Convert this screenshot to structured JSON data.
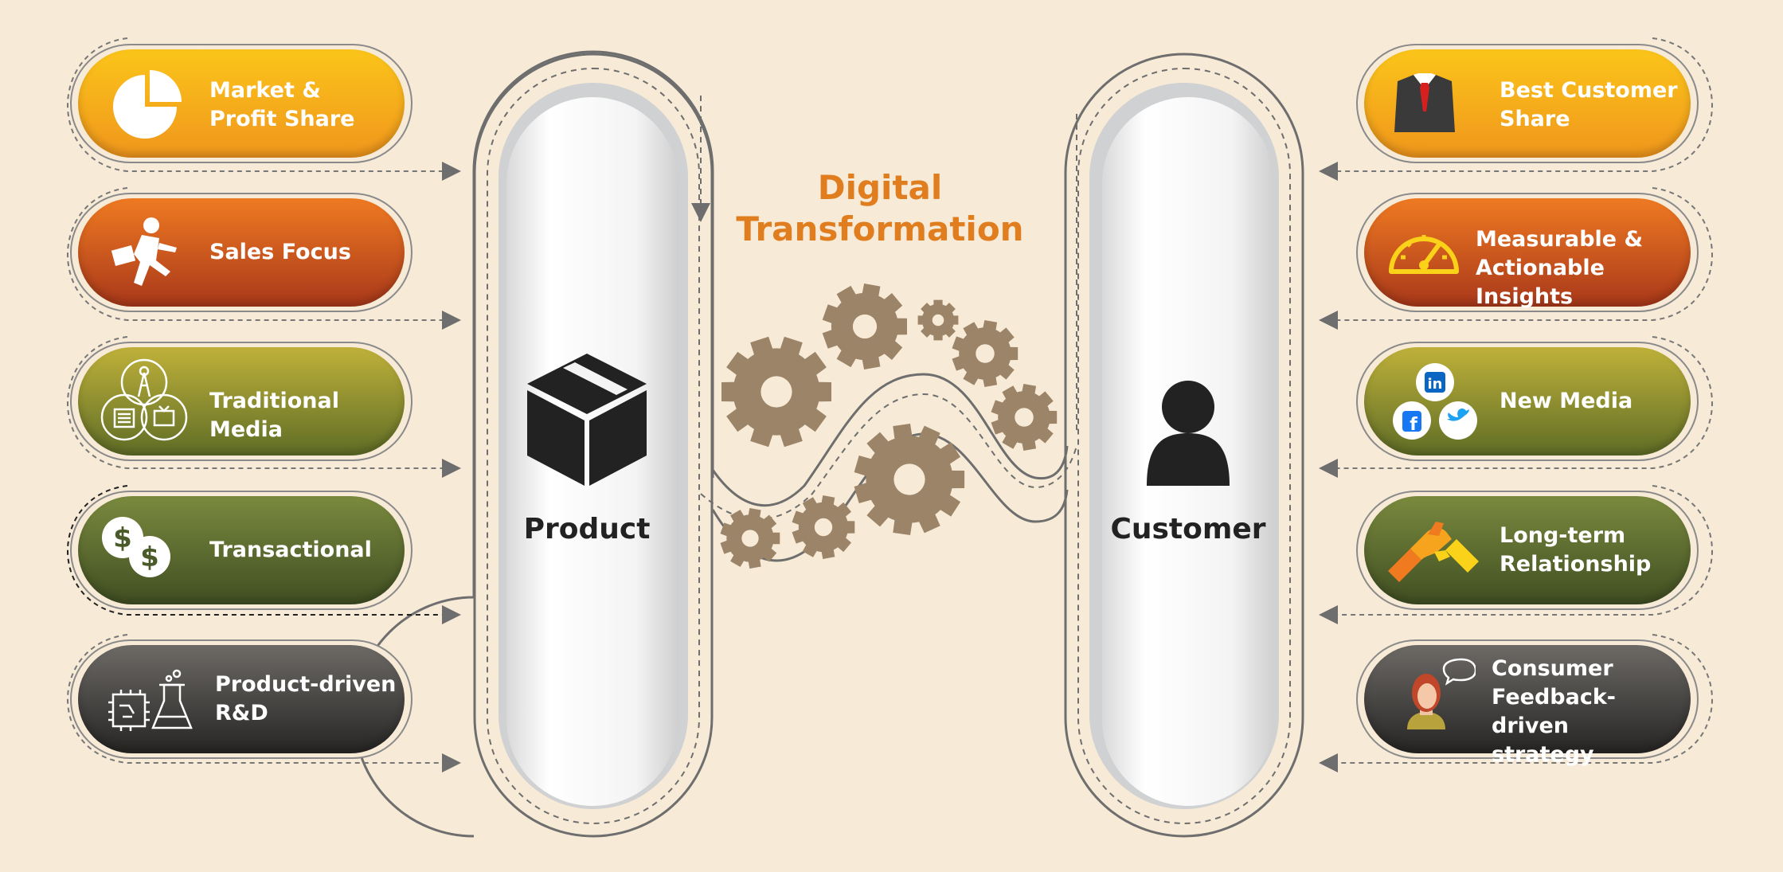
{
  "title": {
    "line1": "Digital",
    "line2": "Transformation"
  },
  "product": {
    "label": "Product",
    "icon": "box-icon"
  },
  "customer": {
    "label": "Customer",
    "icon": "person-icon"
  },
  "left_items": [
    {
      "label": "Market &\nProfit Share",
      "color": "yellow",
      "icon": "pie-chart-icon"
    },
    {
      "label": "Sales Focus",
      "color": "orange",
      "icon": "running-salesman-icon"
    },
    {
      "label": "Traditional Media",
      "color": "olive",
      "icon": "broadcast-tv-newspaper-icon"
    },
    {
      "label": "Transactional",
      "color": "green",
      "icon": "dollar-coins-icon"
    },
    {
      "label": "Product-driven\nR&D",
      "color": "gray",
      "icon": "circuit-flask-icon"
    }
  ],
  "right_items": [
    {
      "label": "Best Customer\nShare",
      "color": "yellow",
      "icon": "suit-tie-icon"
    },
    {
      "label": "Measurable &\nActionable Insights",
      "color": "orange",
      "icon": "gauge-icon"
    },
    {
      "label": "New Media",
      "color": "olive",
      "icon": "social-media-icon"
    },
    {
      "label": "Long-term\nRelationship",
      "color": "green",
      "icon": "handshake-icon"
    },
    {
      "label": "Consumer\nFeedback-driven\nstrategy",
      "color": "gray",
      "icon": "woman-speech-icon"
    }
  ],
  "colors": {
    "background": "#f7ead6",
    "title": "#e07d1f",
    "gear": "#9c8468",
    "yellow": "#fbc51a",
    "orange": "#ef7a22",
    "olive": "#bfb13a",
    "green": "#5f6d26",
    "gray": "#3a3937"
  }
}
